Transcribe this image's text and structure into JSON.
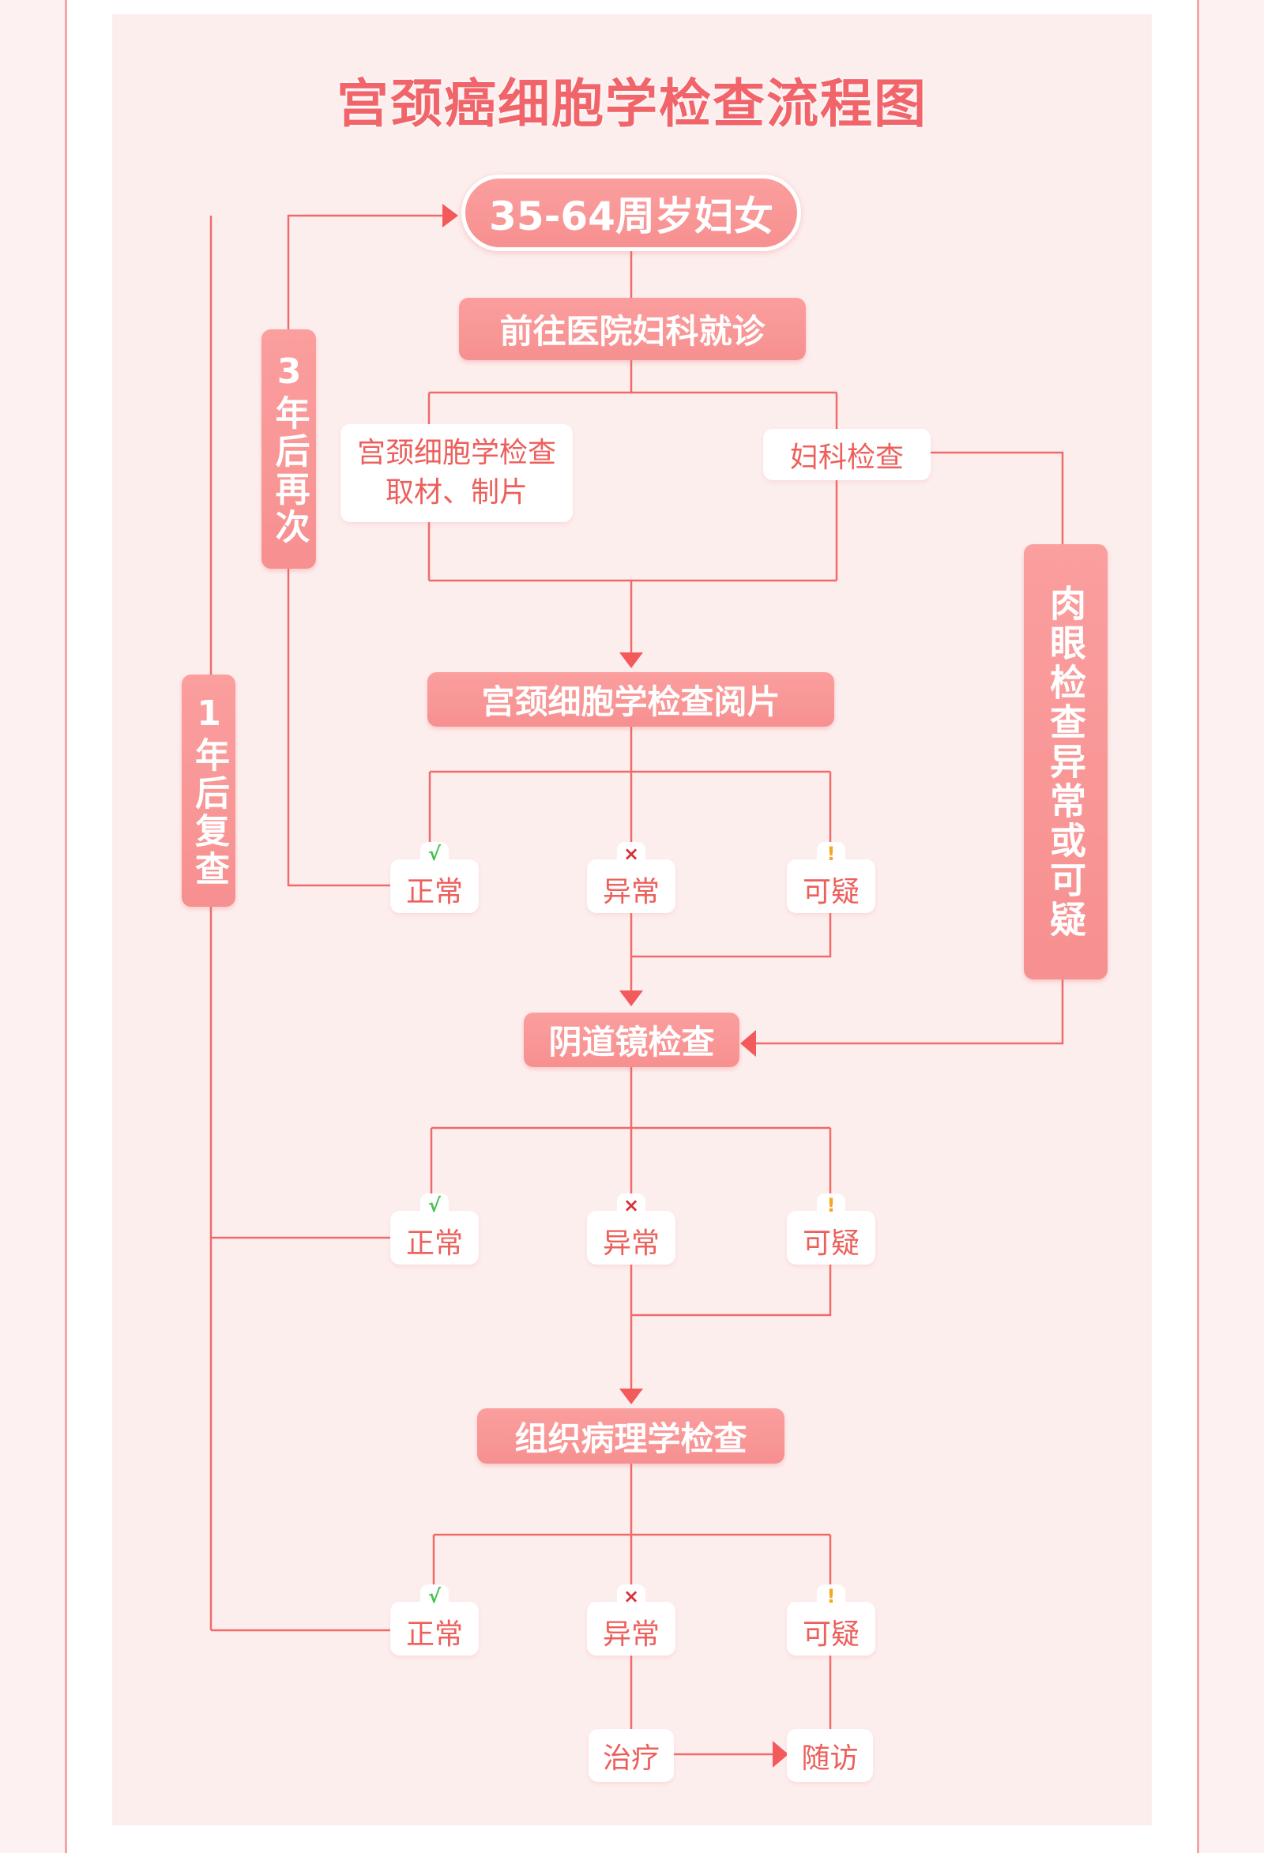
{
  "title": "宫颈癌细胞学检查流程图",
  "start": "35-64周岁妇女",
  "visit": "前往医院妇科就诊",
  "sampling": "宫颈细胞学检查取材、制片",
  "gyn_exam": "妇科检查",
  "visual_abnormal": "肉眼检查异常或可疑",
  "cytology_read": "宫颈细胞学检查阅片",
  "colposcopy": "阴道镜检查",
  "histology": "组织病理学检查",
  "repeat_3y": "3年后再次",
  "recheck_1y": "1年后复查",
  "results": {
    "normal": "正常",
    "abnormal": "异常",
    "suspicious": "可疑"
  },
  "icons": {
    "normal": "√",
    "abnormal": "×",
    "suspicious": "!"
  },
  "treatment": "治疗",
  "followup": "随访",
  "colors": {
    "line": "#f06a6a",
    "box": "#f79a9a",
    "text": "#ec5f5b",
    "ok": "#43c24f",
    "bad": "#d8313a",
    "warn": "#f5a623"
  }
}
